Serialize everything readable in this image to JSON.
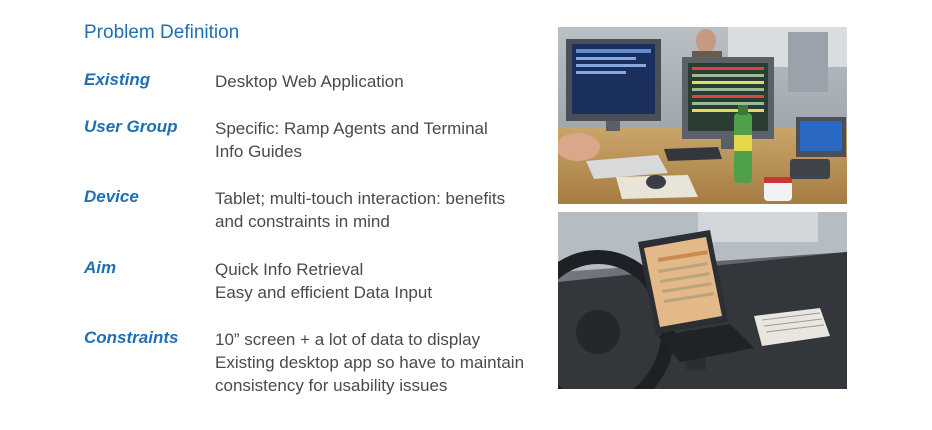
{
  "title": "Problem Definition",
  "rows": [
    {
      "label": "Existing",
      "lines": [
        "Desktop Web Application"
      ]
    },
    {
      "label": "User Group",
      "lines": [
        "Specific: Ramp Agents and Terminal",
        "Info Guides"
      ]
    },
    {
      "label": "Device",
      "lines": [
        "Tablet; multi-touch interaction: benefits",
        "and constraints in mind"
      ]
    },
    {
      "label": "Aim",
      "lines": [
        "Quick Info Retrieval",
        "Easy and efficient Data Input"
      ]
    },
    {
      "label": "Constraints",
      "lines": [
        "10” screen + a lot of data to display",
        "Existing desktop app so have to maintain",
        "consistency for usability issues"
      ]
    }
  ],
  "colors": {
    "accent": "#1f6fb4",
    "text": "#4a4a4a"
  },
  "images": [
    {
      "name": "office-desktop-photo"
    },
    {
      "name": "vehicle-tablet-photo"
    }
  ]
}
